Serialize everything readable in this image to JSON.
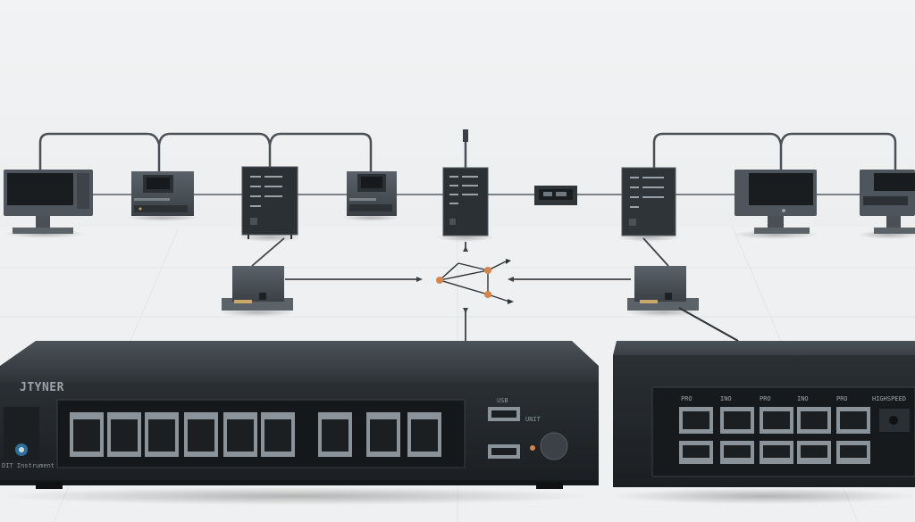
{
  "router_left": {
    "brand": "JTYNER",
    "side_label": "DIT Instrument",
    "usb_label": "USB",
    "unit_label": "UNIT"
  },
  "router_right": {
    "port_labels": [
      "PRO",
      "INO",
      "PRO",
      "INO",
      "PRO"
    ],
    "status_label": "HIGHSPEED"
  },
  "colors": {
    "device_body": "#2f3438",
    "device_dark": "#1f2326",
    "cable": "#3c4247",
    "node": "#d6864a"
  }
}
